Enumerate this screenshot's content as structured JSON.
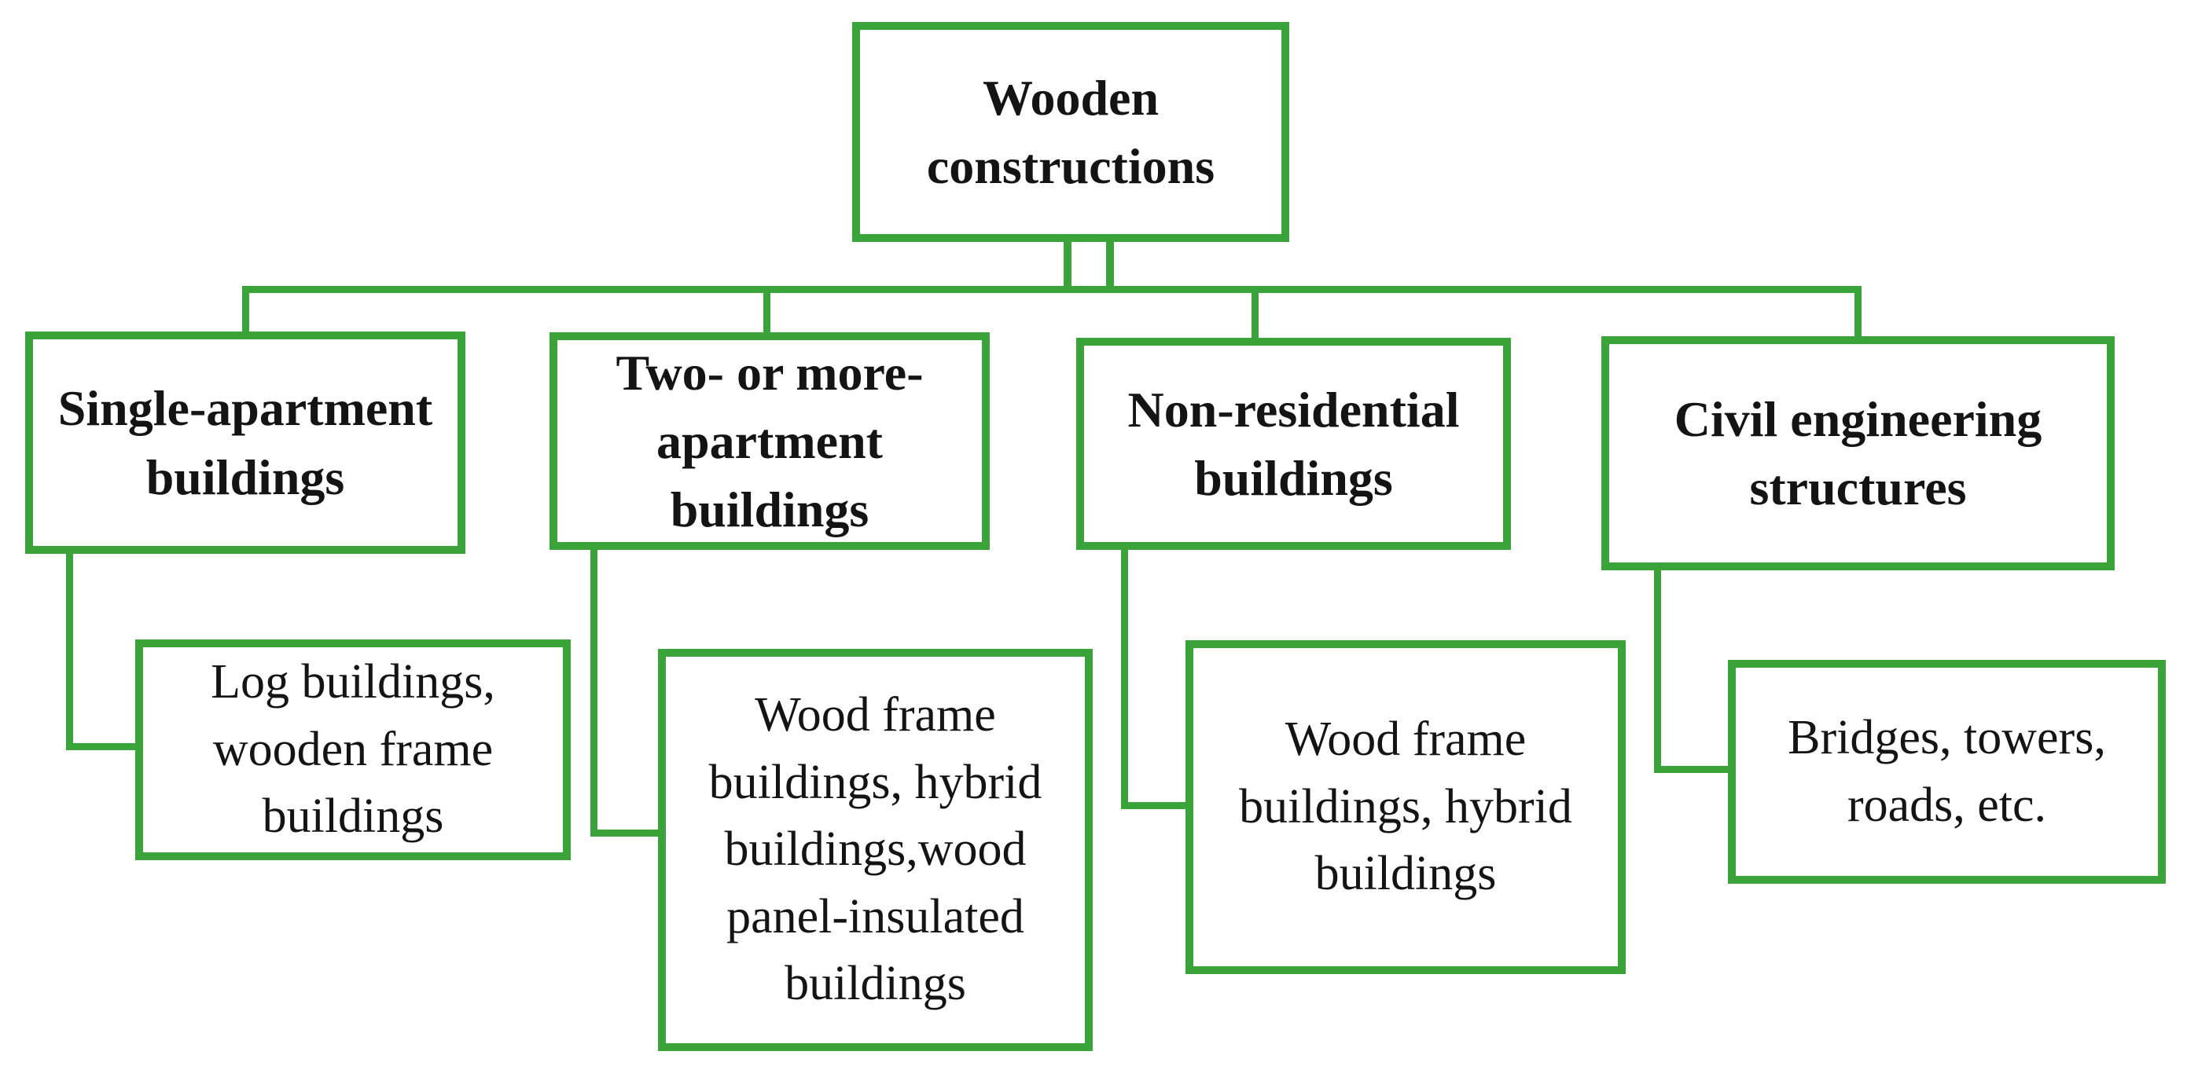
{
  "diagram": {
    "root": {
      "label": "Wooden\nconstructions"
    },
    "branches": [
      {
        "category": "Single-apartment\nbuildings",
        "types": "Log buildings,\nwooden frame\nbuildings"
      },
      {
        "category": "Two- or more-\napartment\nbuildings",
        "types": "Wood frame\nbuildings, hybrid\nbuildings,wood\npanel-insulated\nbuildings"
      },
      {
        "category": "Non-residential\nbuildings",
        "types": "Wood frame\nbuildings, hybrid\nbuildings"
      },
      {
        "category": "Civil engineering\nstructures",
        "types": "Bridges, towers,\nroads, etc."
      }
    ],
    "colors": {
      "line": "#3aa33a",
      "text": "#141414",
      "background": "#ffffff"
    }
  }
}
